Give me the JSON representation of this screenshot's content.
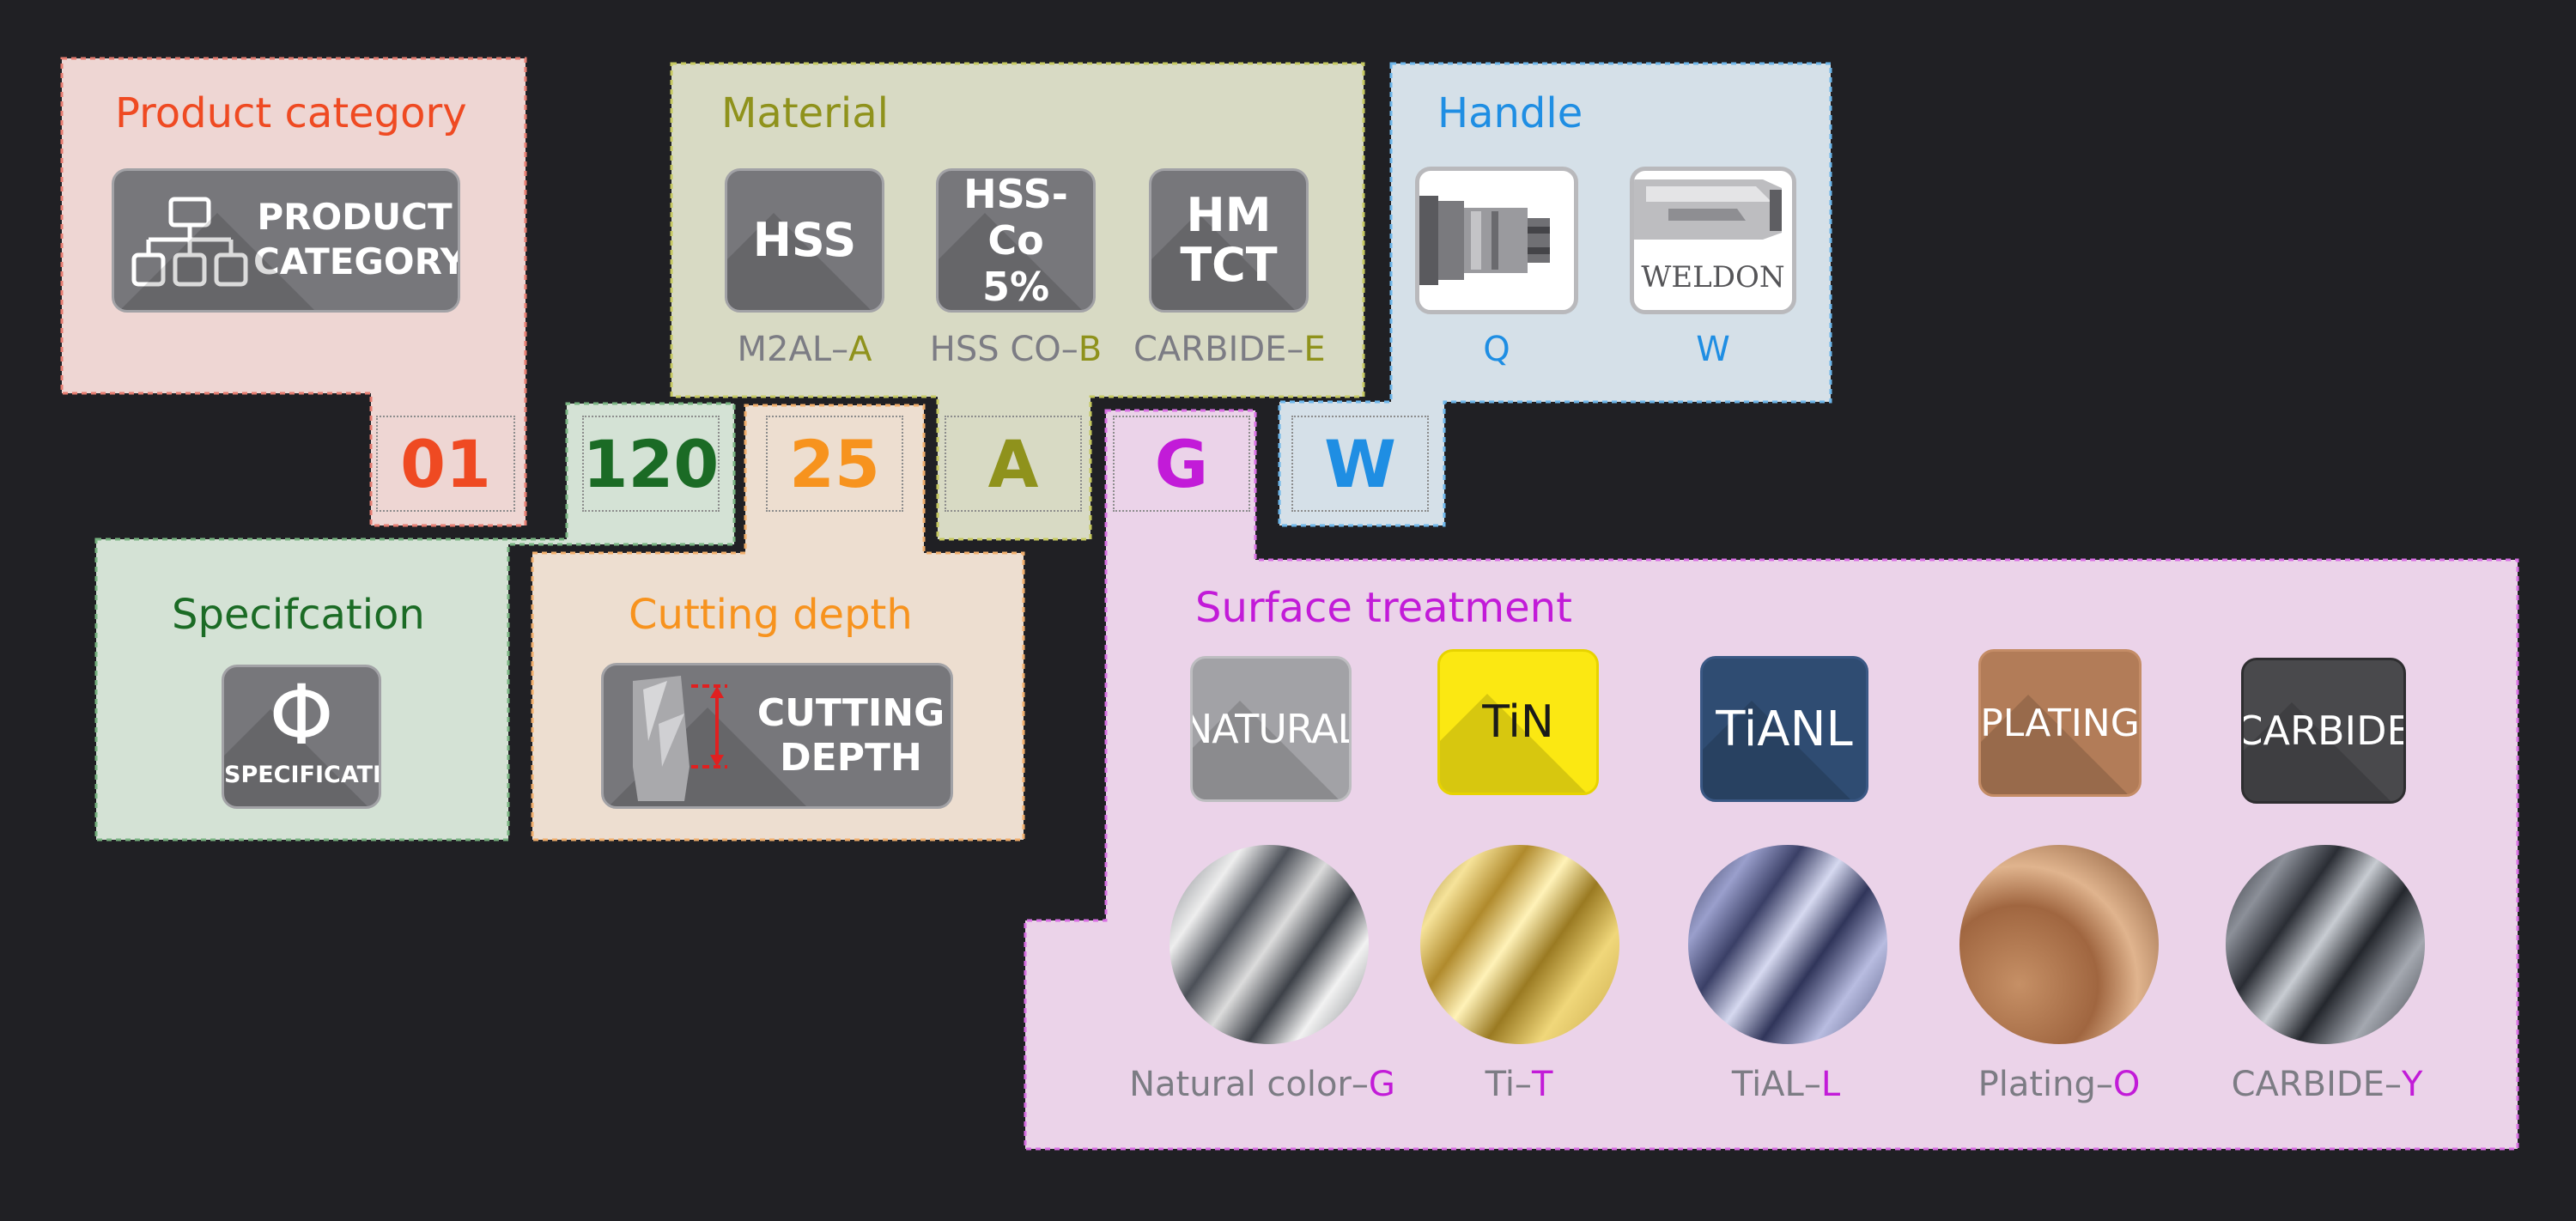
{
  "colors": {
    "background": "#202024",
    "product": "#ef4a22",
    "material": "#8f921c",
    "handle": "#1f8ee3",
    "specification": "#1b6b25",
    "cutting": "#f7931e",
    "surface": "#c21bd8",
    "caption_grey": "#7c7c84"
  },
  "sections": {
    "product": {
      "title": "Product category",
      "tile_line1": "PRODUCT",
      "tile_line2": "CATEGORY",
      "icon": "org-chart-icon"
    },
    "material": {
      "title": "Material",
      "options": [
        {
          "tile_line1": "HSS",
          "tile_line2": "",
          "caption_prefix": "M2AL–",
          "code": "A"
        },
        {
          "tile_line1": "HSS-Co",
          "tile_line2": "5%",
          "caption_prefix": "HSS CO–",
          "code": "B"
        },
        {
          "tile_line1": "HM",
          "tile_line2": "TCT",
          "caption_prefix": "CARBIDE–",
          "code": "E"
        }
      ]
    },
    "handle": {
      "title": "Handle",
      "options": [
        {
          "code": "Q",
          "icon": "straight-shank-icon"
        },
        {
          "code": "W",
          "label": "WELDON",
          "icon": "weldon-shank-icon"
        }
      ]
    },
    "specification": {
      "title": "Specifcation",
      "symbol": "Φ",
      "tile_label": "SPECIFICATION"
    },
    "cutting": {
      "title": "Cutting depth",
      "tile_line1": "CUTTING",
      "tile_line2": "DEPTH",
      "icon": "end-mill-depth-icon"
    },
    "surface": {
      "title": "Surface treatment",
      "options": [
        {
          "tile": "NATURAL",
          "caption_prefix": "Natural color–",
          "code": "G"
        },
        {
          "tile": "TiN",
          "caption_prefix": "Ti–",
          "code": "T"
        },
        {
          "tile": "TiANL",
          "caption_prefix": "TiAL–",
          "code": "L"
        },
        {
          "tile": "PLATING",
          "caption_prefix": "Plating–",
          "code": "O"
        },
        {
          "tile": "CARBIDE",
          "caption_prefix": "CARBIDE–",
          "code": "Y"
        }
      ]
    }
  },
  "code": [
    "01",
    "120",
    "25",
    "A",
    "G",
    "W"
  ]
}
